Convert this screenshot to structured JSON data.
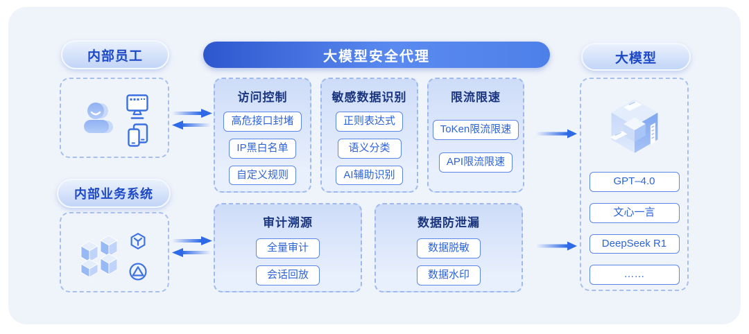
{
  "header": {
    "title": "大模型安全代理"
  },
  "sources": {
    "staff": {
      "label": "内部员工"
    },
    "business": {
      "label": "内部业务系统"
    }
  },
  "modules": [
    {
      "title": "访问控制",
      "items": [
        "高危接口封堵",
        "IP黑白名单",
        "自定义规则"
      ]
    },
    {
      "title": "敏感数据识别",
      "items": [
        "正则表达式",
        "语义分类",
        "AI辅助识别"
      ]
    },
    {
      "title": "限流限速",
      "items": [
        "ToKen限流限速",
        "API限流限速"
      ]
    },
    {
      "title": "审计溯源",
      "items": [
        "全量审计",
        "会话回放"
      ]
    },
    {
      "title": "数据防泄漏",
      "items": [
        "数据脱敏",
        "数据水印"
      ]
    }
  ],
  "models": {
    "label": "大模型",
    "items": [
      "GPT–4.0",
      "文心一言",
      "DeepSeek R1",
      "……"
    ]
  },
  "icons": {
    "staff_box": [
      "user-icon",
      "monitor-icon",
      "devices-icon"
    ],
    "business_box": [
      "cubes-icon",
      "hexagon-node-icon",
      "triangle-circle-icon"
    ],
    "model_box": [
      "model-cube-icon"
    ],
    "arrows": [
      "arrow-right-icon",
      "arrow-left-icon"
    ]
  },
  "colors": {
    "canvas_bg": "#eff3fa",
    "header_gradient_start": "#2e57ce",
    "header_gradient_end": "#4d80e9",
    "pill_text": "#1d49c7",
    "module_title": "#1a3580",
    "chip_border": "#5b86e8",
    "chip_text": "#2c63d8",
    "dashed_border": "#9db9ee",
    "arrow": "#2e6ae8"
  }
}
